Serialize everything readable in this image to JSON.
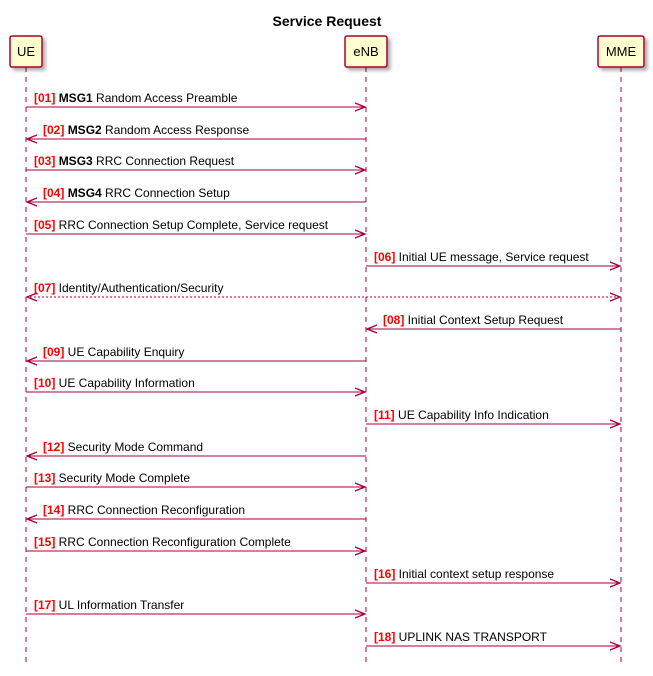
{
  "title": "Service Request",
  "colors": {
    "arrow": "#a80036",
    "participant_fill": "#fefece",
    "participant_stroke": "#a80036",
    "step_number": "#ff0000",
    "text": "#000000"
  },
  "participants": [
    {
      "id": "ue",
      "label": "UE"
    },
    {
      "id": "enb",
      "label": "eNB"
    },
    {
      "id": "mme",
      "label": "MME"
    }
  ],
  "messages": [
    {
      "num": "[01]",
      "bold": "MSG1",
      "text": " Random Access Preamble",
      "from": "ue",
      "to": "enb",
      "style": "solid"
    },
    {
      "num": "[02]",
      "bold": "MSG2",
      "text": " Random Access Response",
      "from": "enb",
      "to": "ue",
      "style": "solid"
    },
    {
      "num": "[03]",
      "bold": "MSG3",
      "text": " RRC Connection Request",
      "from": "ue",
      "to": "enb",
      "style": "solid"
    },
    {
      "num": "[04]",
      "bold": "MSG4",
      "text": " RRC Connection Setup",
      "from": "enb",
      "to": "ue",
      "style": "solid"
    },
    {
      "num": "[05]",
      "bold": "",
      "text": " RRC Connection Setup Complete, Service request",
      "from": "ue",
      "to": "enb",
      "style": "solid"
    },
    {
      "num": "[06]",
      "bold": "",
      "text": " Initial UE message, Service request",
      "from": "enb",
      "to": "mme",
      "style": "solid"
    },
    {
      "num": "[07]",
      "bold": "",
      "text": " Identity/Authentication/Security",
      "from": "ue",
      "to": "mme",
      "style": "dotted-both"
    },
    {
      "num": "[08]",
      "bold": "",
      "text": " Initial Context Setup Request",
      "from": "mme",
      "to": "enb",
      "style": "solid"
    },
    {
      "num": "[09]",
      "bold": "",
      "text": " UE Capability Enquiry",
      "from": "enb",
      "to": "ue",
      "style": "solid"
    },
    {
      "num": "[10]",
      "bold": "",
      "text": " UE Capability Information",
      "from": "ue",
      "to": "enb",
      "style": "solid"
    },
    {
      "num": "[11]",
      "bold": "",
      "text": " UE Capability Info Indication",
      "from": "enb",
      "to": "mme",
      "style": "solid"
    },
    {
      "num": "[12]",
      "bold": "",
      "text": " Security Mode Command",
      "from": "enb",
      "to": "ue",
      "style": "solid"
    },
    {
      "num": "[13]",
      "bold": "",
      "text": " Security Mode Complete",
      "from": "ue",
      "to": "enb",
      "style": "solid"
    },
    {
      "num": "[14]",
      "bold": "",
      "text": " RRC Connection Reconfiguration",
      "from": "enb",
      "to": "ue",
      "style": "solid"
    },
    {
      "num": "[15]",
      "bold": "",
      "text": " RRC Connection Reconfiguration Complete",
      "from": "ue",
      "to": "enb",
      "style": "solid"
    },
    {
      "num": "[16]",
      "bold": "",
      "text": " Initial context setup response",
      "from": "enb",
      "to": "mme",
      "style": "solid"
    },
    {
      "num": "[17]",
      "bold": "",
      "text": " UL Information Transfer",
      "from": "ue",
      "to": "enb",
      "style": "solid"
    },
    {
      "num": "[18]",
      "bold": "",
      "text": " UPLINK NAS TRANSPORT",
      "from": "enb",
      "to": "mme",
      "style": "solid"
    }
  ]
}
